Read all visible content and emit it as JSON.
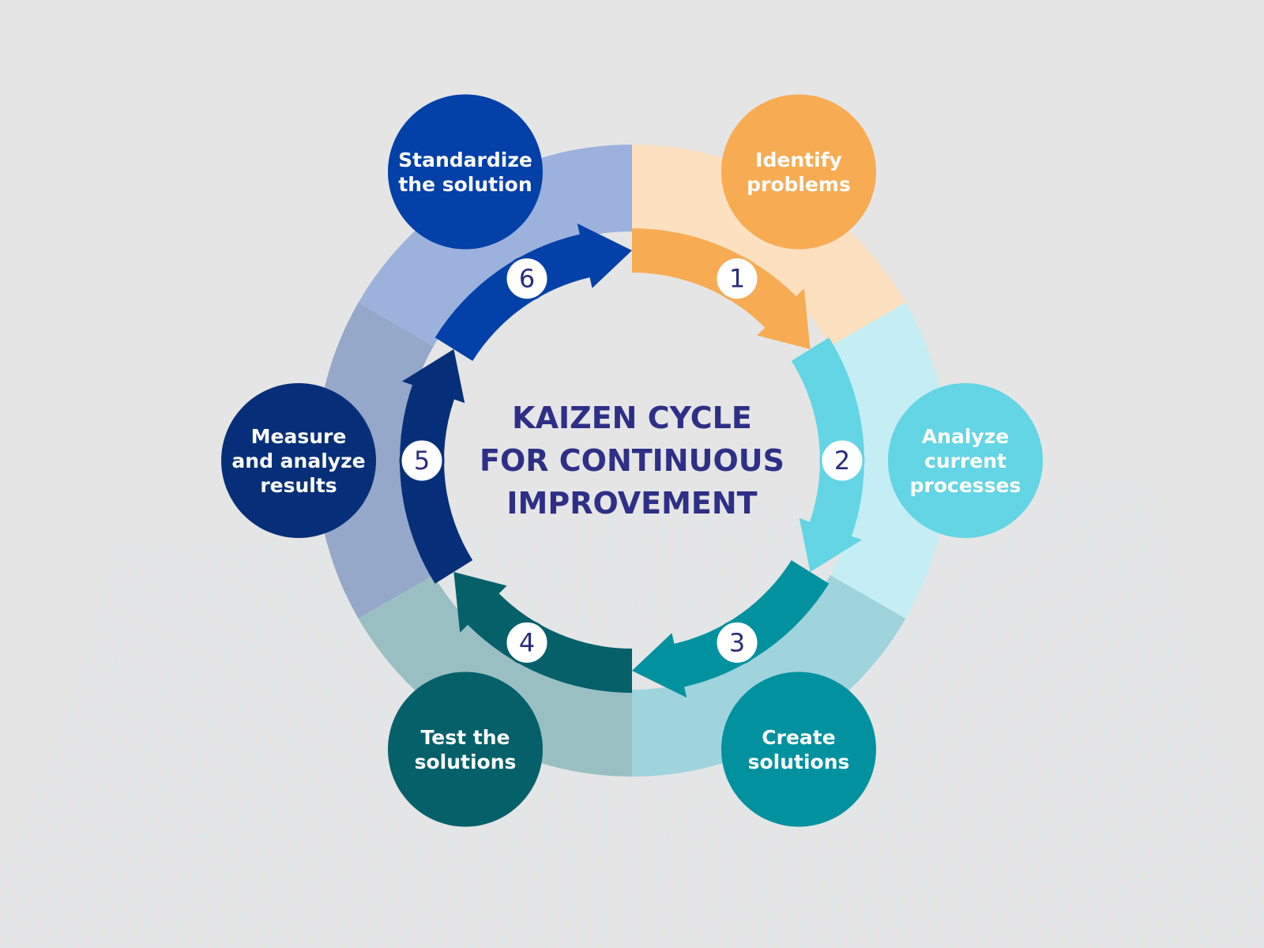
{
  "title": {
    "lines": [
      "KAIZEN CYCLE",
      "FOR CONTINUOUS",
      "IMPROVEMENT"
    ]
  },
  "stages": [
    {
      "number": "1",
      "lines": [
        "Identify",
        "problems"
      ],
      "color": "#f7ac54",
      "band_color": "#fde0bf"
    },
    {
      "number": "2",
      "lines": [
        "Analyze",
        "current",
        "processes"
      ],
      "color": "#64d5e4",
      "band_color": "#c5eef4"
    },
    {
      "number": "3",
      "lines": [
        "Create",
        "solutions"
      ],
      "color": "#02919f",
      "band_color": "#9fd4dd"
    },
    {
      "number": "4",
      "lines": [
        "Test the",
        "solutions"
      ],
      "color": "#05606a",
      "band_color": "#9abfc3"
    },
    {
      "number": "5",
      "lines": [
        "Measure",
        "and analyze",
        "results"
      ],
      "color": "#072f79",
      "band_color": "#96a8c9"
    },
    {
      "number": "6",
      "lines": [
        "Standardize",
        "the solution"
      ],
      "color": "#0340a8",
      "band_color": "#9cb2dc"
    }
  ],
  "colors": {
    "background": "#e5e5e5",
    "title": "#2e2f86",
    "lines_pattern": "#cdeef4"
  }
}
